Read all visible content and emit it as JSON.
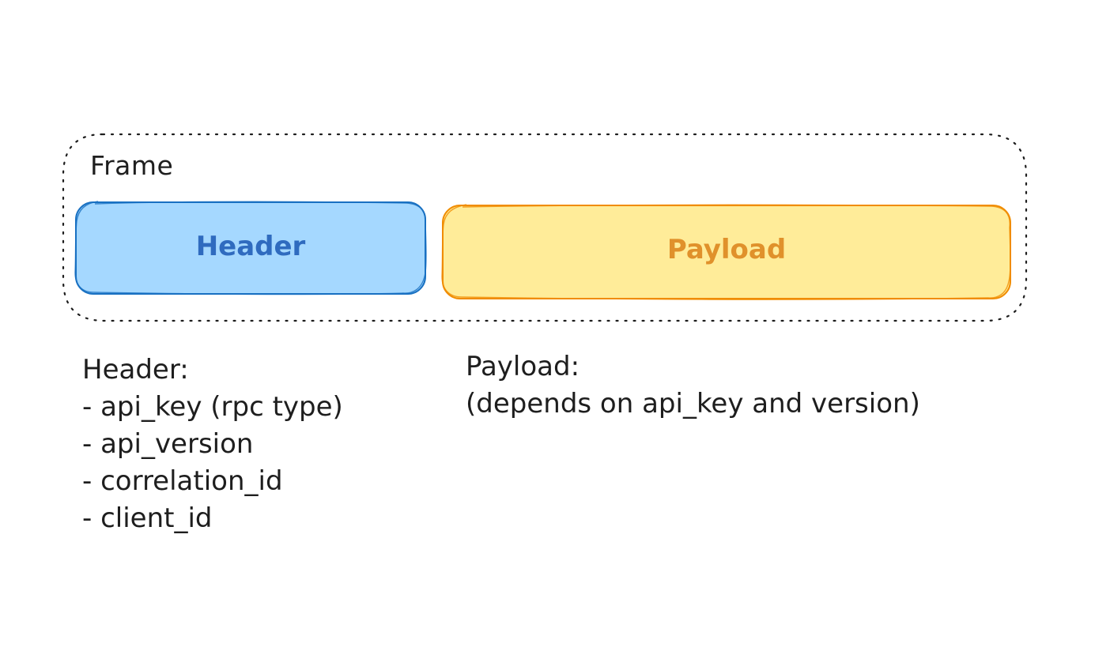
{
  "frame": {
    "label": "Frame"
  },
  "boxes": {
    "header": {
      "label": "Header",
      "fill": "#a5d8ff",
      "stroke": "#1971c2",
      "text_color": "#2f6bbf"
    },
    "payload": {
      "label": "Payload",
      "fill": "#ffec99",
      "stroke": "#f08c00",
      "text_color": "#e0912b"
    }
  },
  "notes": {
    "header": {
      "title": "Header:",
      "lines": [
        "- api_key (rpc type)",
        "- api_version",
        "- correlation_id",
        "- client_id"
      ]
    },
    "payload": {
      "title": "Payload:",
      "lines": [
        "(depends on api_key and version)"
      ]
    }
  }
}
